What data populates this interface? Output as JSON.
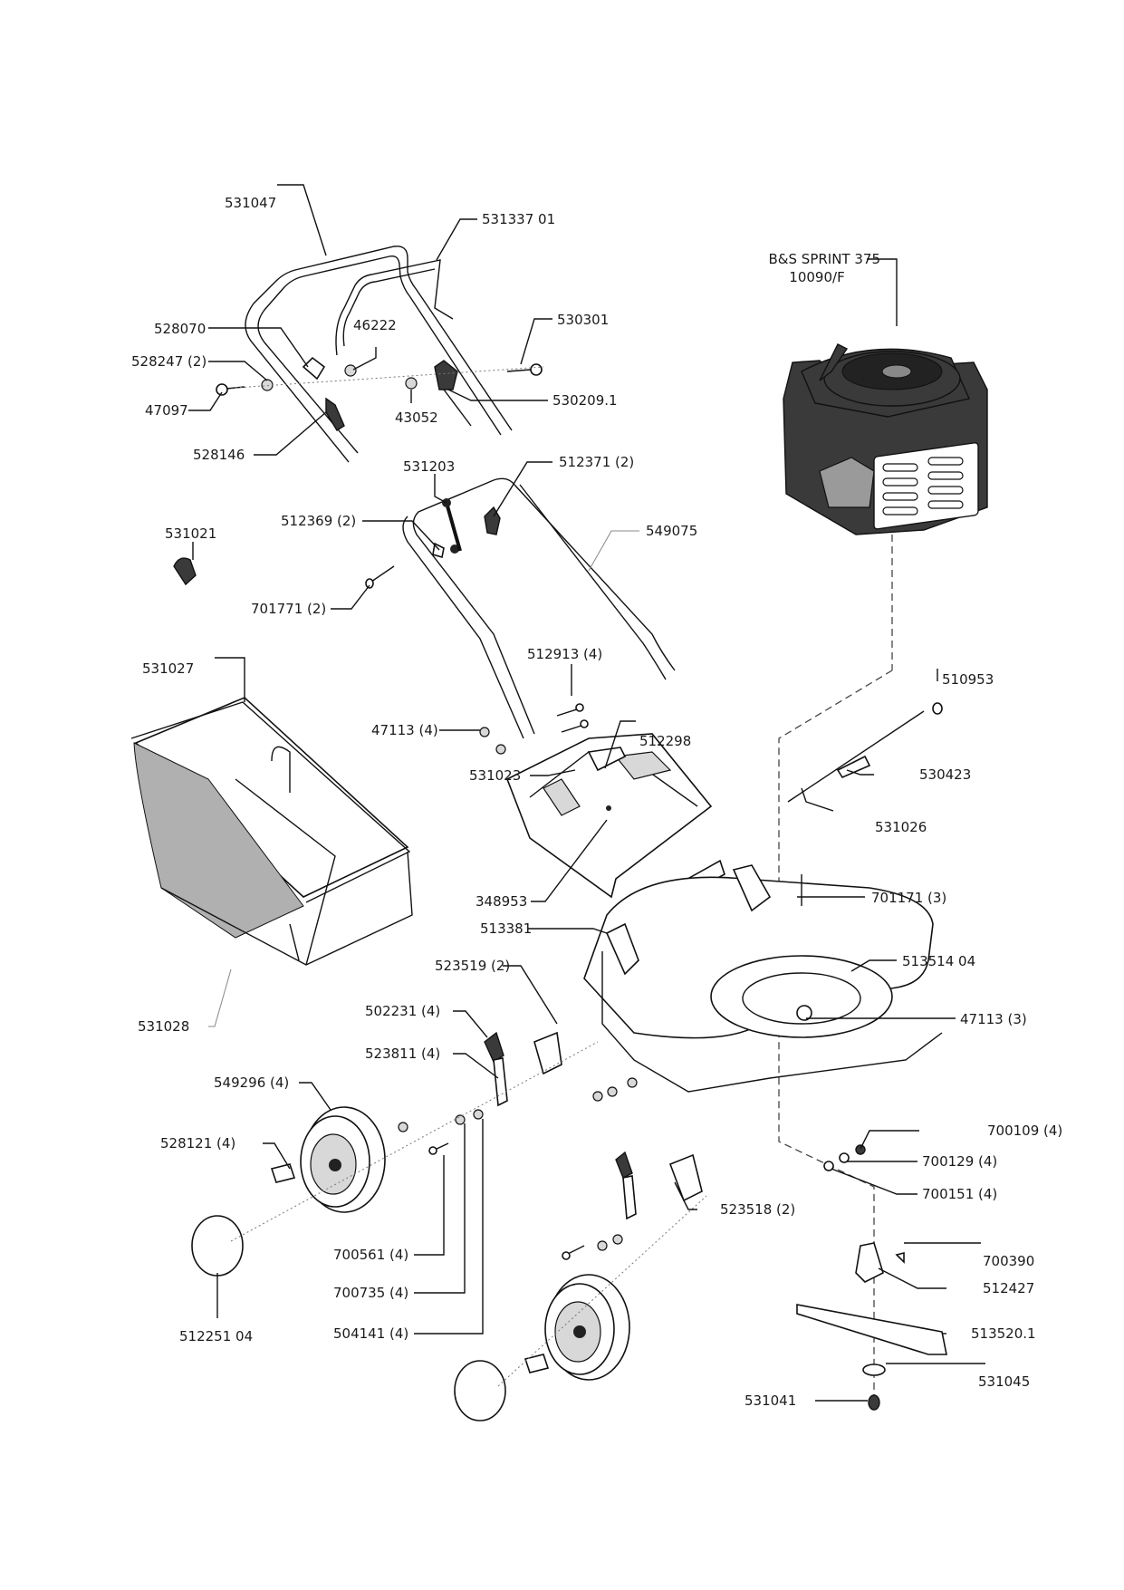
{
  "title": "Lawn mower exploded parts diagram",
  "engine": {
    "line1": "B&S SPRINT 375",
    "line2": "10090/F"
  },
  "labels": {
    "p531047": "531047",
    "p531337": "531337 01",
    "p528070": "528070",
    "p46222": "46222",
    "p530301": "530301",
    "p528247": "528247 (2)",
    "p47097": "47097",
    "p43052": "43052",
    "p530209": "530209.1",
    "p528146": "528146",
    "p531203": "531203",
    "p512371": "512371 (2)",
    "p512369": "512369 (2)",
    "p549075": "549075",
    "p531021": "531021",
    "p701771": "701771 (2)",
    "p512913": "512913 (4)",
    "p531027": "531027",
    "p47113a": "47113 (4)",
    "p510953": "510953",
    "p512298": "512298",
    "p530423": "530423",
    "p531023": "531023",
    "p531026": "531026",
    "p348953": "348953",
    "p701171": "701171 (3)",
    "p513381": "513381",
    "p523519": "523519 (2)",
    "p513514": "513514 04",
    "p502231": "502231 (4)",
    "p47113b": "47113 (3)",
    "p531028": "531028",
    "p523811": "523811 (4)",
    "p549296": "549296 (4)",
    "p700109": "700109 (4)",
    "p528121": "528121 (4)",
    "p700129": "700129 (4)",
    "p700151": "700151 (4)",
    "p523518": "523518 (2)",
    "p700561": "700561 (4)",
    "p700390": "700390",
    "p512427": "512427",
    "p700735": "700735 (4)",
    "p512251": "512251 04",
    "p513520": "513520.1",
    "p504141": "504141 (4)",
    "p531045": "531045",
    "p531041": "531041"
  }
}
